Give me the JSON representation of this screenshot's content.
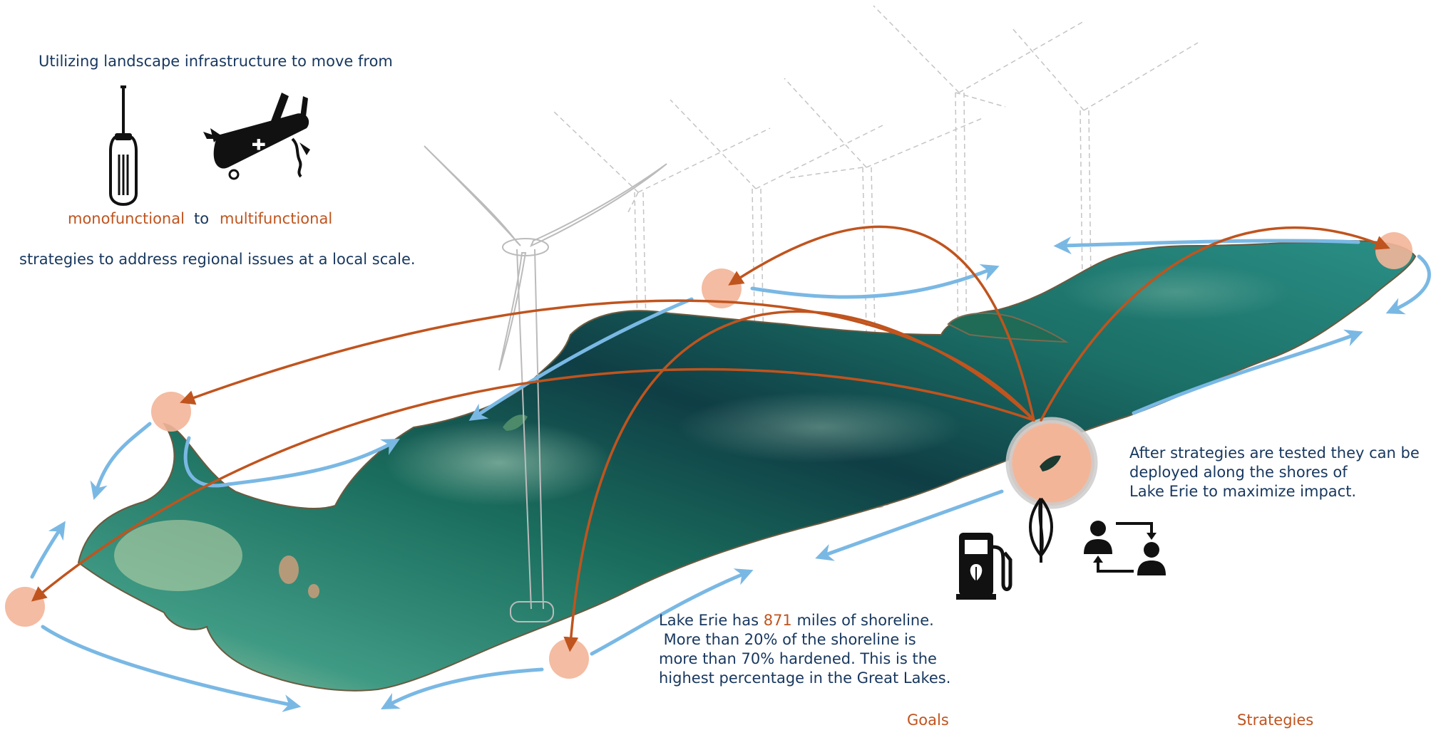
{
  "colors": {
    "accent": "#c0541e",
    "text": "#17375e",
    "flow_arrow": "#7ab8e4",
    "site_marker": "#f3b598",
    "turbine_outline": "#b8b8b8",
    "lake_dark": "#0f3e45",
    "lake_mid": "#1f7d68",
    "lake_light": "#8fbf9a"
  },
  "intro": {
    "heading": "Utilizing landscape infrastructure to move from",
    "mono_label": "monofunctional",
    "connector": "to",
    "multi_label": "multifunctional",
    "closing": "strategies to address regional issues at a local scale."
  },
  "icons": {
    "single_tool": "screwdriver-icon",
    "multi_tool": "swiss-army-knife-icon",
    "energy": "fuel-pump-plant-icon",
    "wind": "vertical-wind-turbine-icon",
    "exchange": "people-exchange-icon"
  },
  "deploy_note": {
    "line1": "After strategies are tested they can be",
    "line2": "deployed along the shores of",
    "line3": "Lake Erie to maximize impact."
  },
  "shoreline_note": {
    "line1_pre": "Lake Erie has ",
    "line1_value": "871",
    "line1_post": " miles of shoreline.",
    "line2": " More than 20% of the shoreline is",
    "line3": "more than 70% hardened. This is the",
    "line4": "highest percentage in the Great Lakes."
  },
  "footer": {
    "left_label": "Goals",
    "right_label": "Strategies"
  }
}
